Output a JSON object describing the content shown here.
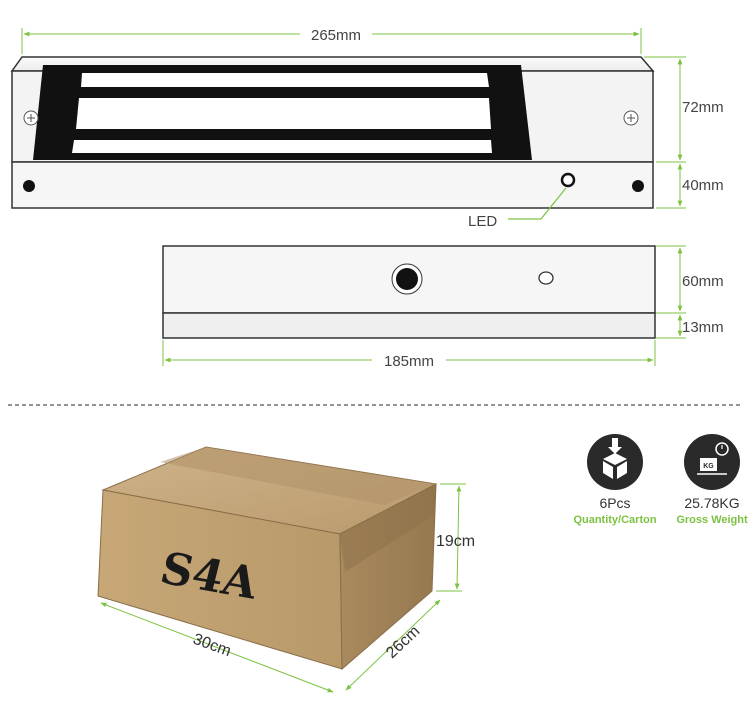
{
  "top_view": {
    "width_label": "265mm",
    "height_label": "72mm",
    "depth_label": "40mm",
    "led_label": "LED"
  },
  "plate_view": {
    "width_label": "185mm",
    "height_label": "60mm",
    "depth_label": "13mm"
  },
  "carton": {
    "box_label": "S4A",
    "length_label": "30cm",
    "width_label": "26cm",
    "height_label": "19cm"
  },
  "specs": [
    {
      "icon": "box-download-icon",
      "value": "6Pcs",
      "label": "Quantity/Carton"
    },
    {
      "icon": "scale-kg-icon",
      "value": "25.78KG",
      "label": "Gross Weight"
    }
  ],
  "colors": {
    "dimension_line": "#7cc242",
    "spec_label": "#7cc242",
    "icon_bg": "#2a2a2a",
    "cardboard": "#c4a57a"
  }
}
